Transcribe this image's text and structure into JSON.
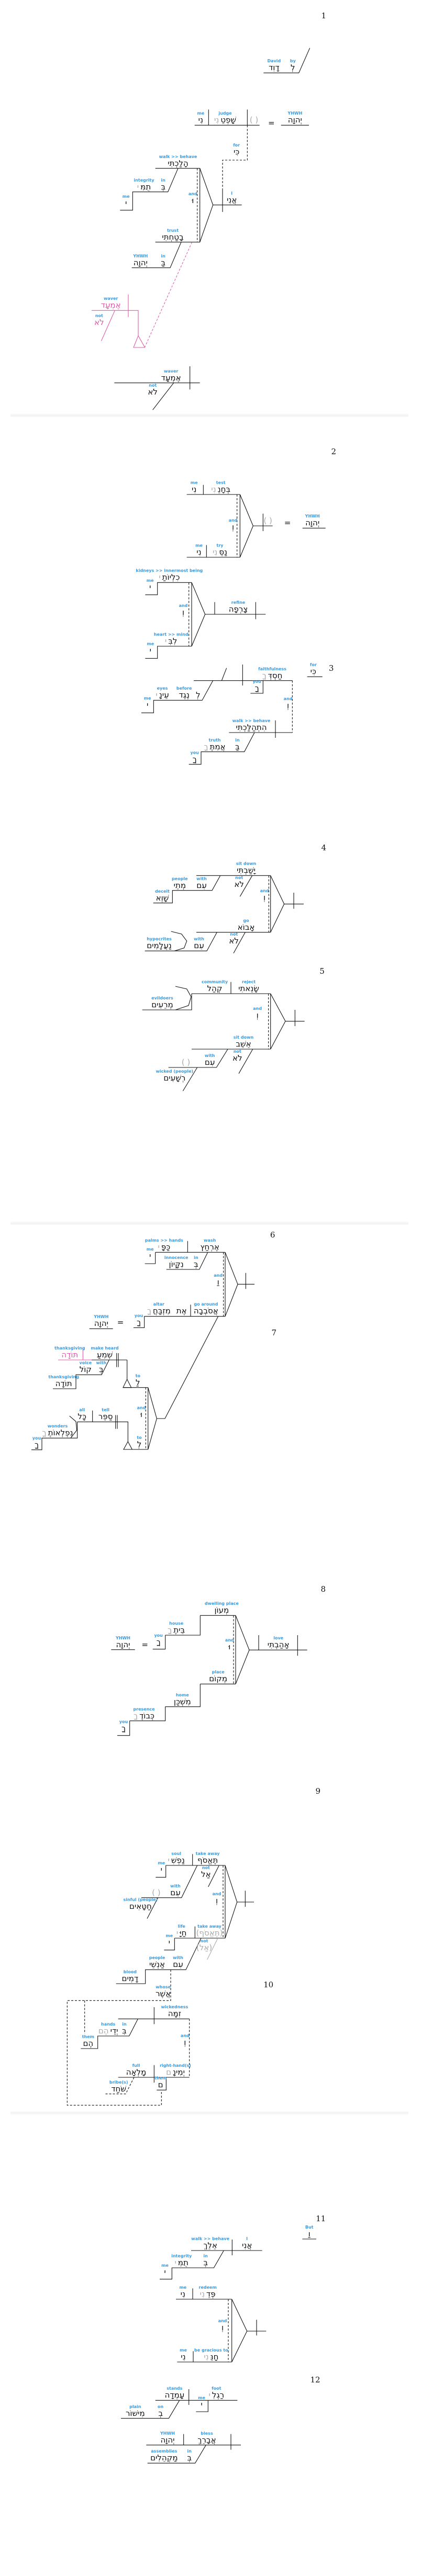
{
  "title": "Psalm 26 sentence diagrams",
  "colors": {
    "gloss": "#3b9be0",
    "highlight": "#e05aa8",
    "ghost": "#aaaaaa",
    "line": "#111111"
  },
  "verses": {
    "v1": {
      "num": "1",
      "words": [
        {
          "en": "by",
          "he": "לְ"
        },
        {
          "en": "David",
          "he": "דָוִד"
        },
        {
          "en": "YHWH",
          "he": "יְהוָה"
        },
        {
          "he": "="
        },
        {
          "he": "( )",
          "style": "gray"
        },
        {
          "en": "judge",
          "he": "שָׁפְטֵ",
          "ghost": "נִי"
        },
        {
          "en": "me",
          "he": "נִי"
        },
        {
          "en": "for",
          "he": "כִּי"
        },
        {
          "en": "I",
          "he": "אֲנִי"
        },
        {
          "en": "walk >> behave",
          "he": "הָלַכְתִּי"
        },
        {
          "en": "in",
          "he": "בְּ"
        },
        {
          "en": "integrity",
          "he": "תֻמִּ",
          "ghost": "י"
        },
        {
          "en": "me",
          "he": "י"
        },
        {
          "en": "and",
          "he": "וּ"
        },
        {
          "en": "trust",
          "he": "בָטַחְתִּי"
        },
        {
          "en": "in",
          "he": "בַּ"
        },
        {
          "en": "YHWH",
          "he": "יְהוָה"
        },
        {
          "en": "waver",
          "he": "אֶמְעָד",
          "style": "pink"
        },
        {
          "en": "not",
          "he": "לֹא",
          "style": "pink"
        },
        {
          "en": "waver",
          "he": "אֶמְעָד"
        },
        {
          "en": "not",
          "he": "לֹא"
        }
      ]
    },
    "v2": {
      "num": "2",
      "words": [
        {
          "en": "test",
          "he": "בְּחָנֵ",
          "ghost": "נִי"
        },
        {
          "en": "me",
          "he": "נִי"
        },
        {
          "en": "and",
          "he": "וְ"
        },
        {
          "en": "try",
          "he": "נַסֵּ",
          "ghost": "נִי"
        },
        {
          "en": "me",
          "he": "נִי"
        },
        {
          "he": "( )",
          "style": "gray"
        },
        {
          "he": "="
        },
        {
          "en": "YHWH",
          "he": "יְהוָה"
        },
        {
          "en": "kidneys >> innermost being",
          "he": "כִלְיוֹתַ",
          "ghost": "י"
        },
        {
          "en": "me",
          "he": "י"
        },
        {
          "en": "and",
          "he": "וְ"
        },
        {
          "en": "refine",
          "he": "צָרְפָה"
        },
        {
          "en": "heart >> mind",
          "he": "לִבִּ",
          "ghost": "י"
        },
        {
          "en": "me",
          "he": "י"
        }
      ]
    },
    "v3": {
      "num": "3",
      "words": [
        {
          "en": "for",
          "he": "כִּי"
        },
        {
          "en": "faithfulness",
          "he": "חַסְדְּ",
          "ghost": "ךָ"
        },
        {
          "en": "you",
          "he": "ךָ"
        },
        {
          "he": "לְ"
        },
        {
          "en": "before",
          "he": "נֶגֶד"
        },
        {
          "en": "eyes",
          "he": "עֵינָ",
          "ghost": "י"
        },
        {
          "en": "me",
          "he": "י"
        },
        {
          "en": "and",
          "he": "וְ"
        },
        {
          "en": "walk >> behave",
          "he": "הִתְהַלַּכְתִּי"
        },
        {
          "en": "in",
          "he": "בַּ"
        },
        {
          "en": "truth",
          "he": "אֲמִתֶּ",
          "ghost": "ךָ"
        },
        {
          "en": "you",
          "he": "ךָ"
        }
      ]
    },
    "v4": {
      "num": "4",
      "words": [
        {
          "en": "sit down",
          "he": "יָשַׁבְתִּי"
        },
        {
          "en": "not",
          "he": "לֹא"
        },
        {
          "en": "with",
          "he": "עִם"
        },
        {
          "en": "people",
          "he": "מְתֵי"
        },
        {
          "en": "deceit",
          "he": "שָׁוְא"
        },
        {
          "en": "and",
          "he": "וְ"
        },
        {
          "en": "go",
          "he": "אָבוֹא"
        },
        {
          "en": "not",
          "he": "לֹא"
        },
        {
          "en": "with",
          "he": "עִם"
        },
        {
          "en": "hypocrites",
          "he": "נַעֲלָמִים"
        }
      ]
    },
    "v5": {
      "num": "5",
      "words": [
        {
          "en": "reject",
          "he": "שָׂנֵאתִי"
        },
        {
          "en": "community",
          "he": "קְהַל"
        },
        {
          "en": "evildoers",
          "he": "מְרֵעִים"
        },
        {
          "en": "and",
          "he": "וְ"
        },
        {
          "en": "sit down",
          "he": "אֵשֵׁב"
        },
        {
          "en": "not",
          "he": "לֹא"
        },
        {
          "en": "with",
          "he": "עִם"
        },
        {
          "he": "( )",
          "style": "gray"
        },
        {
          "en": "wicked (people)",
          "he": "רְשָׁעִים"
        }
      ]
    },
    "v6": {
      "num": "6",
      "words": [
        {
          "en": "wash",
          "he": "אֶרְחַץ"
        },
        {
          "en": "palms >> hands",
          "he": "כַּפָּ",
          "ghost": "י"
        },
        {
          "en": "me",
          "he": "י"
        },
        {
          "en": "in",
          "he": "בְּ"
        },
        {
          "en": "innocence",
          "he": "נִקָּיוֹן"
        },
        {
          "en": "and",
          "he": "וַ"
        },
        {
          "en": "go around",
          "he": "אֲסֹבְבָה"
        },
        {
          "he": "אֶת"
        },
        {
          "en": "altar",
          "he": "מִזְבַּחֲ",
          "ghost": "ךָ"
        },
        {
          "en": "you",
          "he": "ךָ"
        },
        {
          "he": "="
        },
        {
          "en": "YHWH",
          "he": "יְהוָה"
        }
      ]
    },
    "v7": {
      "num": "7",
      "words": [
        {
          "en": "make heard",
          "he": "שְׁמִעַ"
        },
        {
          "en": "thanksgiving",
          "he": "תּוֹדָה",
          "style": "pink"
        },
        {
          "en": "with",
          "he": "בְּ"
        },
        {
          "en": "voice",
          "he": "קוֹל"
        },
        {
          "en": "thanksgiving",
          "he": "תּוֹדָה"
        },
        {
          "en": "to",
          "he": "לַ"
        },
        {
          "en": "and",
          "he": "וּ"
        },
        {
          "en": "tell",
          "he": "סַפֵּר"
        },
        {
          "en": "all",
          "he": "כָּל"
        },
        {
          "en": "wonders",
          "he": "נִפְלְאוֹתֶ",
          "ghost": "ךָ"
        },
        {
          "en": "you",
          "he": "ךָ"
        },
        {
          "en": "to",
          "he": "לְ"
        }
      ]
    },
    "v8": {
      "num": "8",
      "words": [
        {
          "en": "dwelling place",
          "he": "מְעוֹן"
        },
        {
          "en": "house",
          "he": "בֵּיתֶ",
          "ghost": "ךָ"
        },
        {
          "en": "you",
          "he": "ךָ"
        },
        {
          "he": "="
        },
        {
          "en": "YHWH",
          "he": "יְהוָה"
        },
        {
          "en": "and",
          "he": "וּ"
        },
        {
          "en": "love",
          "he": "אָהַבְתִּי"
        },
        {
          "en": "place",
          "he": "מְקוֹם"
        },
        {
          "en": "home",
          "he": "מִשְׁכַּן"
        },
        {
          "en": "presence",
          "he": "כְּבוֹדֶ",
          "ghost": "ךָ"
        },
        {
          "en": "you",
          "he": "ךָ"
        }
      ]
    },
    "v9": {
      "num": "9",
      "words": [
        {
          "en": "take away",
          "he": "תֶּאֱסֹף"
        },
        {
          "en": "soul",
          "he": "נַפְשִׁ",
          "ghost": "י"
        },
        {
          "en": "me",
          "he": "י"
        },
        {
          "en": "not",
          "he": "אַל"
        },
        {
          "en": "with",
          "he": "עִם"
        },
        {
          "he": "( )",
          "style": "gray"
        },
        {
          "en": "sinful (people)",
          "he": "חַטָּאִים"
        },
        {
          "en": "and",
          "he": "וְ"
        },
        {
          "en": "take away",
          "he": "(תֶּאֱסֹף)",
          "style": "gray"
        },
        {
          "en": "life",
          "he": "חַיָּ",
          "ghost": "י"
        },
        {
          "en": "me",
          "he": "י"
        },
        {
          "en": "not",
          "he": "(אַל)",
          "style": "gray"
        },
        {
          "en": "with",
          "he": "עִם"
        },
        {
          "en": "people",
          "he": "אַנְשֵׁי"
        },
        {
          "en": "blood",
          "he": "דָמִים"
        }
      ]
    },
    "v10": {
      "num": "10",
      "words": [
        {
          "en": "whose",
          "he": "אֲשֶׁר"
        },
        {
          "en": "wickedness",
          "he": "זִמָּה"
        },
        {
          "en": "in",
          "he": "בִּ"
        },
        {
          "en": "hands",
          "he": "יְדֵי",
          "ghost": "הֶם"
        },
        {
          "en": "them",
          "he": "הֶם"
        },
        {
          "en": "and",
          "he": "וְ"
        },
        {
          "en": "right-hand(s)",
          "he": "יְמִינָ",
          "ghost": "ם"
        },
        {
          "en": "full",
          "he": "מָלְאָה"
        },
        {
          "en": "them",
          "he": "ם"
        },
        {
          "en": "bribe(s)",
          "he": "שֹּׁחַד"
        }
      ]
    },
    "v11": {
      "num": "11",
      "words": [
        {
          "en": "But",
          "he": "וַ"
        },
        {
          "en": "I",
          "he": "אֲנִי"
        },
        {
          "en": "walk >> behave",
          "he": "אֵלֵךְ"
        },
        {
          "en": "in",
          "he": "בְּ"
        },
        {
          "en": "integrity",
          "he": "תֻמִּ",
          "ghost": "י"
        },
        {
          "en": "me",
          "he": "י"
        },
        {
          "en": "redeem",
          "he": "פְּדֵ",
          "ghost": "נִי"
        },
        {
          "en": "me",
          "he": "נִי"
        },
        {
          "en": "and",
          "he": "וְ"
        },
        {
          "en": "be gracious to",
          "he": "חָנֵּ",
          "ghost": "נִי"
        },
        {
          "en": "me",
          "he": "נִי"
        }
      ]
    },
    "v12": {
      "num": "12",
      "words": [
        {
          "en": "foot",
          "he": "רַגְלִ",
          "ghost": "י"
        },
        {
          "en": "me",
          "he": "י"
        },
        {
          "en": "stands",
          "he": "עָמְדָה"
        },
        {
          "en": "on",
          "he": "בְ"
        },
        {
          "en": "plain",
          "he": "מִישׁוֹר"
        },
        {
          "en": "bless",
          "he": "אֲבָרֵךְ"
        },
        {
          "en": "YHWH",
          "he": "יְהוָה"
        },
        {
          "en": "in",
          "he": "בְּ"
        },
        {
          "en": "assemblies",
          "he": "מַקְהֵלִים"
        }
      ]
    }
  }
}
